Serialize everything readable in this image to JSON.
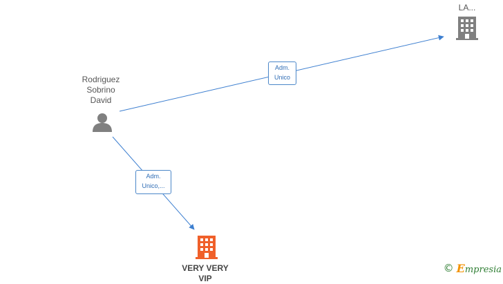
{
  "nodes": {
    "person": {
      "label_lines": [
        "Rodriguez",
        "Sobrino",
        "David"
      ],
      "icon": "person-icon",
      "color": "#808080"
    },
    "company_top": {
      "label": "LA...",
      "icon": "building-icon",
      "color": "#808080"
    },
    "company_main": {
      "label_lines": [
        "VERY VERY",
        "VIP"
      ],
      "icon": "building-icon",
      "color": "#f0602a"
    }
  },
  "edges": [
    {
      "from": "person",
      "to": "company_top",
      "label_lines": [
        "Adm.",
        "Unico"
      ]
    },
    {
      "from": "person",
      "to": "company_main",
      "label_lines": [
        "Adm.",
        "Unico,..."
      ]
    }
  ],
  "colors": {
    "edge": "#3d7fd0",
    "edge_label_border": "#4a86c8",
    "edge_label_text": "#2f6db5"
  },
  "footer": {
    "copyright_symbol": "©",
    "brand_initial": "E",
    "brand_rest": "mpresia"
  }
}
